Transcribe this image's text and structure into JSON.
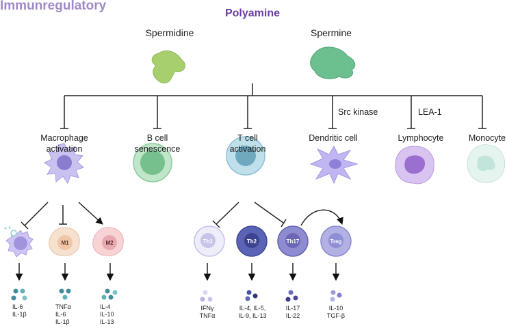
{
  "figure": {
    "title": "Immunregulatory",
    "polyamine_label": "Polyamine",
    "sources": [
      "Spermidine",
      "Spermine"
    ],
    "targets": [
      {
        "label": "Macrophage\nactivation"
      },
      {
        "label": "B cell\nsenescence"
      },
      {
        "label": "T cell\nactivation"
      },
      {
        "label": "Dendritic cell",
        "mediator": "Src kinase"
      },
      {
        "label": "Lymphocyte",
        "mediator": "LEA-1"
      },
      {
        "label": "Monocyte"
      }
    ],
    "macrophage_subtypes": [
      {
        "label": "",
        "cytokines": "IL-6\nIL-1β"
      },
      {
        "label": "M1",
        "cytokines": "TNFα\nIL-6\nIL-1β"
      },
      {
        "label": "M2",
        "cytokines": "IL-4\nIL-10\nIL-13"
      }
    ],
    "t_cell_subtypes": [
      {
        "label": "Th1",
        "cytokines": "IFNγ\nTNFα"
      },
      {
        "label": "Th2",
        "cytokines": "IL-4, IL-5,\nIL-9, IL-13"
      },
      {
        "label": "Th17",
        "cytokines": "IL-17\nIL-22"
      },
      {
        "label": "Treg",
        "cytokines": "IL-10\nTGF-β"
      }
    ],
    "colors": {
      "title": "#9e8ac6",
      "polyamine": "#6a3fa0",
      "spermidine": "#a8cf6e",
      "spermine": "#6cbf8f",
      "macrophage": "#b9b0e8",
      "b_cell": "#8fd0a0",
      "t_cell": "#a9d4e0",
      "dendritic": "#b6a8ee",
      "lymphocyte": "#c9a8e6",
      "monocyte": "#cfe9e2",
      "m1": "#f4d8c4",
      "m2": "#f3c7cc",
      "th1": "#d9d7f2",
      "th2": "#4e56a7",
      "th17": "#7a78c1",
      "treg": "#9f9fd8"
    }
  }
}
